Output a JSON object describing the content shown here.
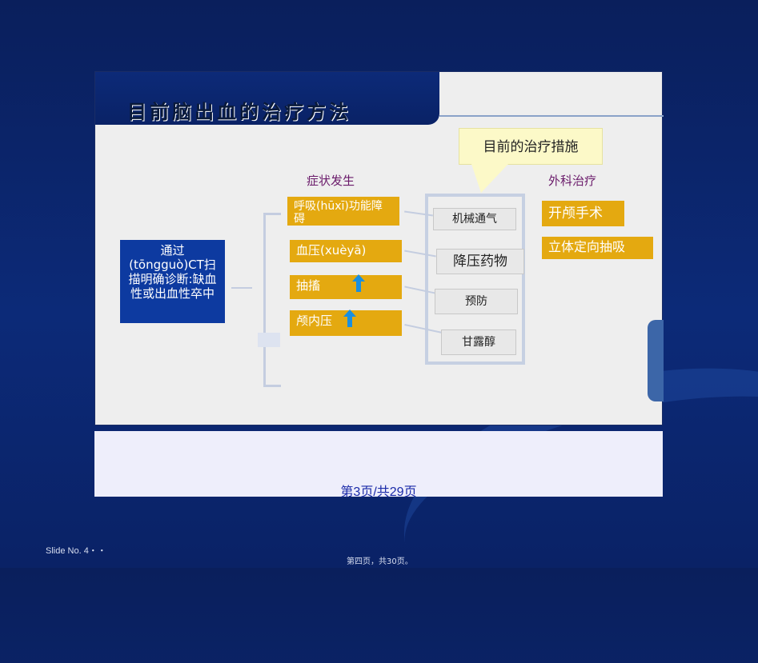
{
  "slide": {
    "title": "目前脑出血的治疗方法",
    "diagnosis": "通过(tōngguò)CT扫描明确诊断:缺血性或出血性卒中",
    "symptoms_heading": "症状发生",
    "symptoms": [
      "呼吸(hūxī)功能障碍",
      "血压(xuèyā)",
      "抽搐",
      "颅内压"
    ],
    "callout": "目前的治疗措施",
    "treatments": [
      "机械通气",
      "降压药物",
      "预防",
      "甘露醇"
    ],
    "surgery_heading": "外科治疗",
    "surgery": [
      "开颅手术",
      "立体定向抽吸"
    ]
  },
  "notes": {
    "page_label": "第3页/共29页"
  },
  "footer": {
    "slide_no": "Slide No. 4・・",
    "page_center": "第四页，共30页。"
  },
  "colors": {
    "gold": "#e4a910",
    "navy": "#0d3aa0",
    "arrow": "#1a8fe0"
  },
  "icons": [
    "up-arrow-icon"
  ]
}
